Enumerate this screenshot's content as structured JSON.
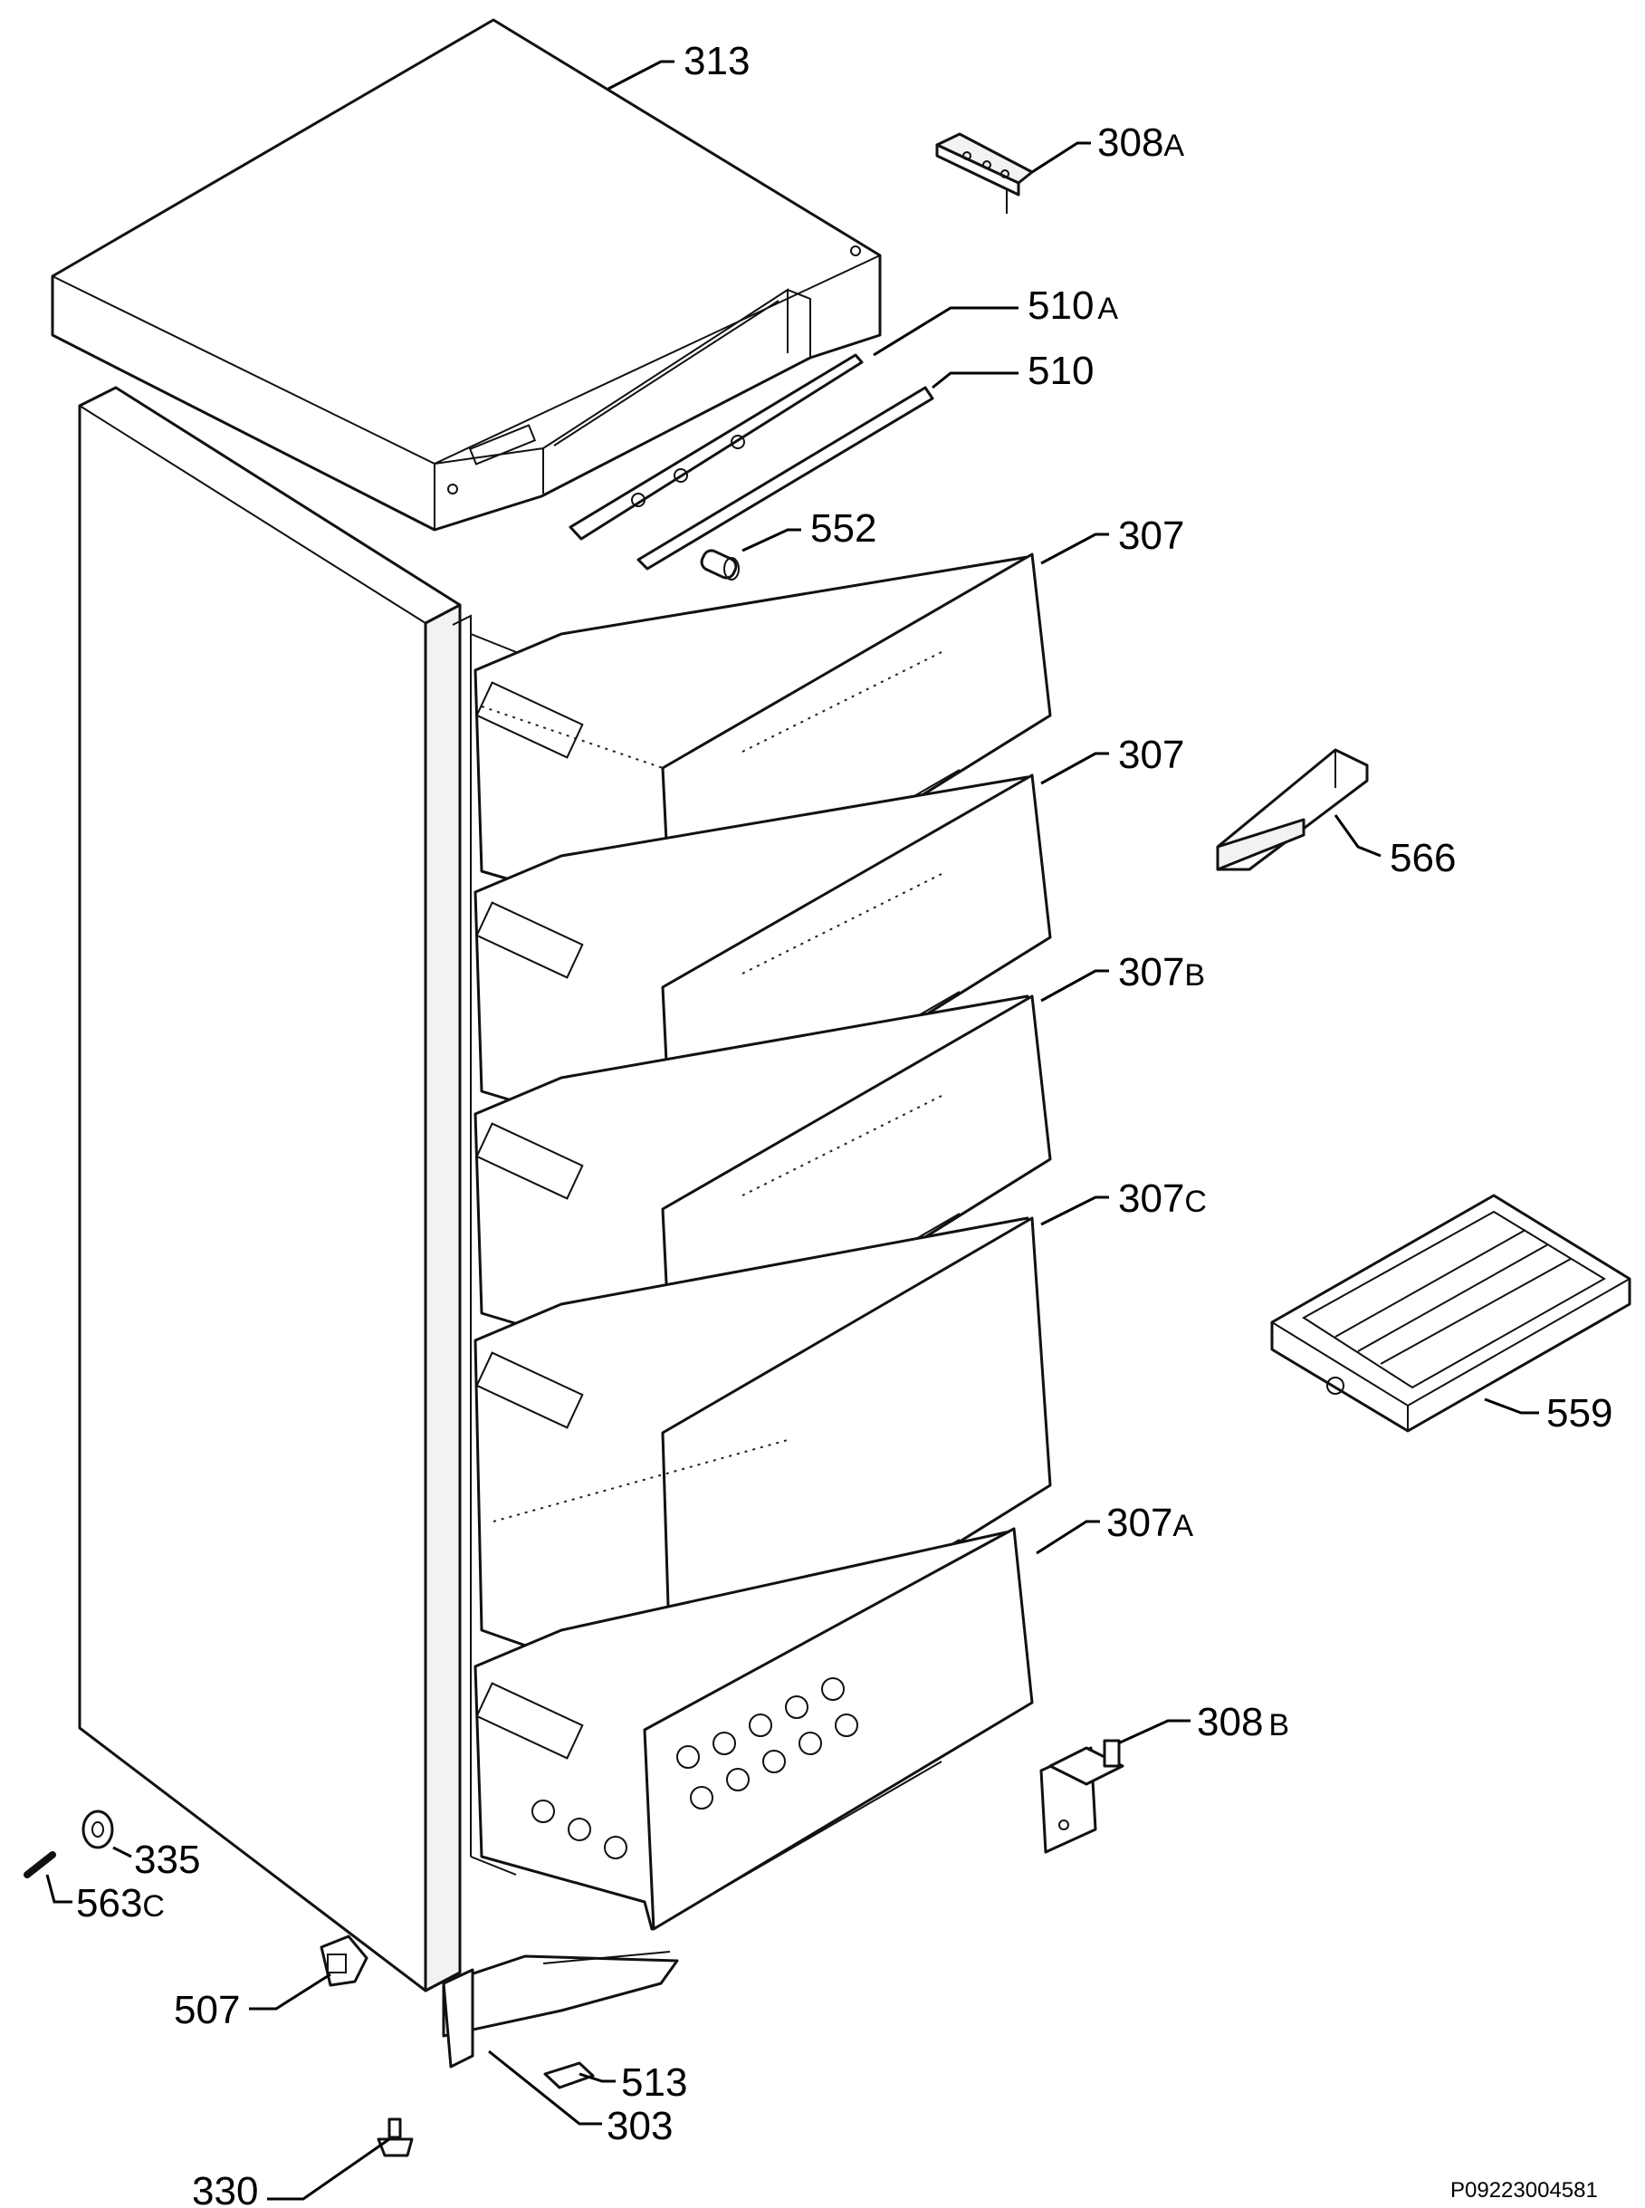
{
  "document_code": "P09223004581",
  "labels": {
    "313": {
      "num": "313",
      "suffix": ""
    },
    "308a": {
      "num": "308",
      "suffix": "A"
    },
    "510a": {
      "num": "510",
      "suffix": "A"
    },
    "510": {
      "num": "510",
      "suffix": ""
    },
    "552": {
      "num": "552",
      "suffix": ""
    },
    "307_1": {
      "num": "307",
      "suffix": ""
    },
    "307_2": {
      "num": "307",
      "suffix": ""
    },
    "566": {
      "num": "566",
      "suffix": ""
    },
    "307b": {
      "num": "307",
      "suffix": "B"
    },
    "307c": {
      "num": "307",
      "suffix": "C"
    },
    "559": {
      "num": "559",
      "suffix": ""
    },
    "307a": {
      "num": "307",
      "suffix": "A"
    },
    "308b": {
      "num": "308",
      "suffix": "B"
    },
    "335": {
      "num": "335",
      "suffix": ""
    },
    "563c": {
      "num": "563",
      "suffix": "C"
    },
    "507": {
      "num": "507",
      "suffix": ""
    },
    "513": {
      "num": "513",
      "suffix": ""
    },
    "303": {
      "num": "303",
      "suffix": ""
    },
    "330": {
      "num": "330",
      "suffix": ""
    }
  }
}
